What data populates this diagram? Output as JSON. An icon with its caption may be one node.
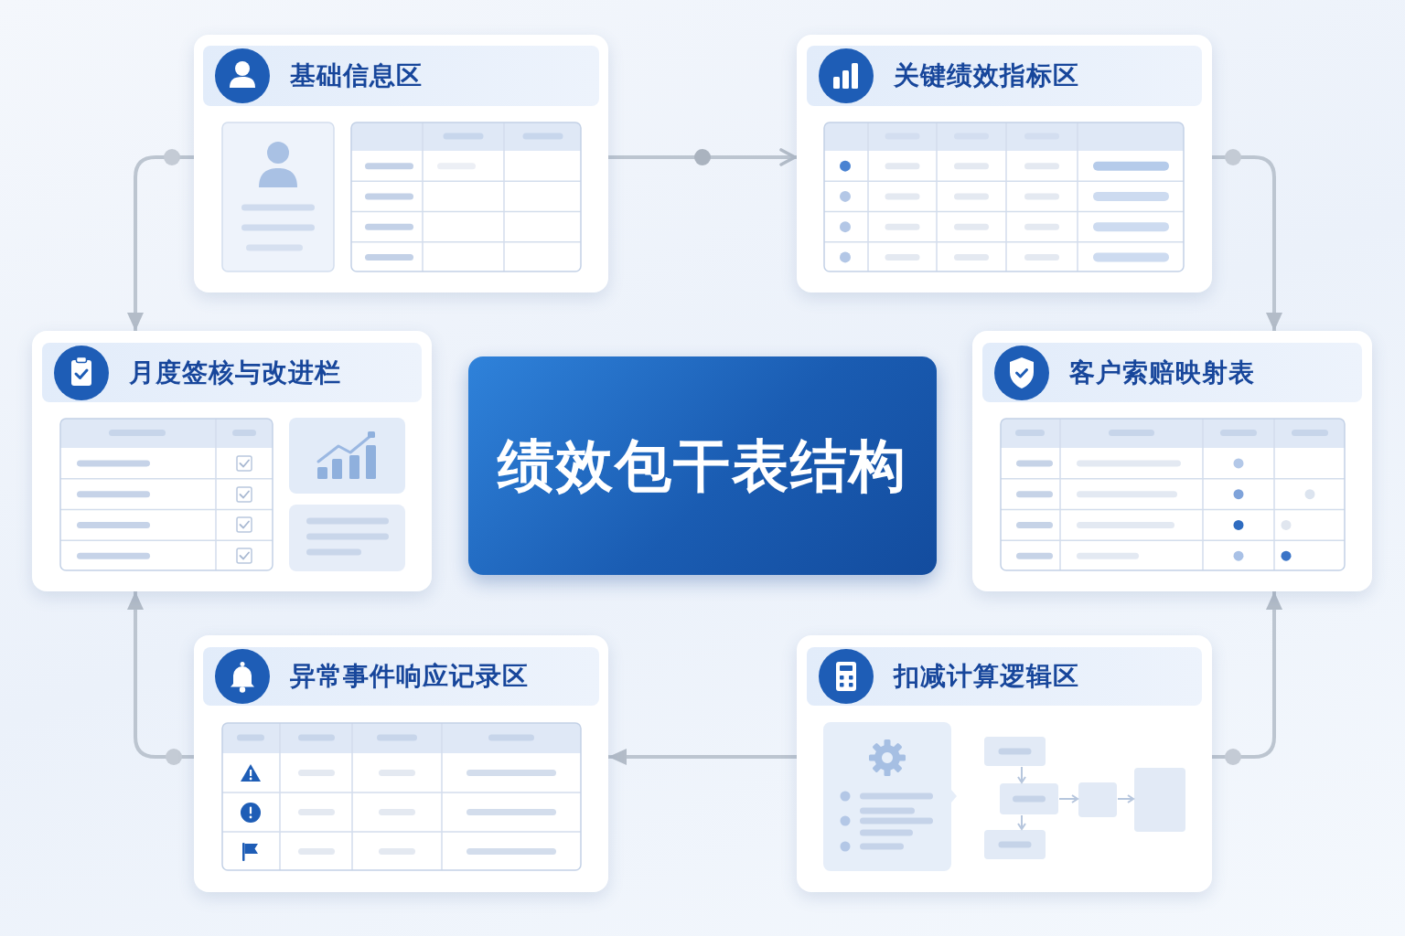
{
  "diagram": {
    "nodes": [
      {
        "text": [
          "基础信息区"
        ]
      },
      {
        "text": [
          "关键绩效指标区"
        ]
      },
      {
        "text": [
          "月度签核与改进栏"
        ]
      },
      {
        "text": [
          "绩效包干表结构"
        ]
      },
      {
        "text": [
          "客户索赔映射表"
        ]
      },
      {
        "text": [
          "异常事件响应记录区"
        ]
      },
      {
        "text": [
          "扣减计算逻辑区"
        ]
      }
    ],
    "edges": [
      {
        "from": 0,
        "to": 1,
        "arrow": "to"
      },
      {
        "from": 1,
        "to": 4,
        "arrow": "to"
      },
      {
        "from": 6,
        "to": 4,
        "arrow": "to"
      },
      {
        "from": 6,
        "to": 5,
        "arrow": "to"
      },
      {
        "from": 5,
        "to": 2,
        "arrow": "to"
      },
      {
        "from": 0,
        "to": 2,
        "arrow": "to"
      }
    ]
  }
}
